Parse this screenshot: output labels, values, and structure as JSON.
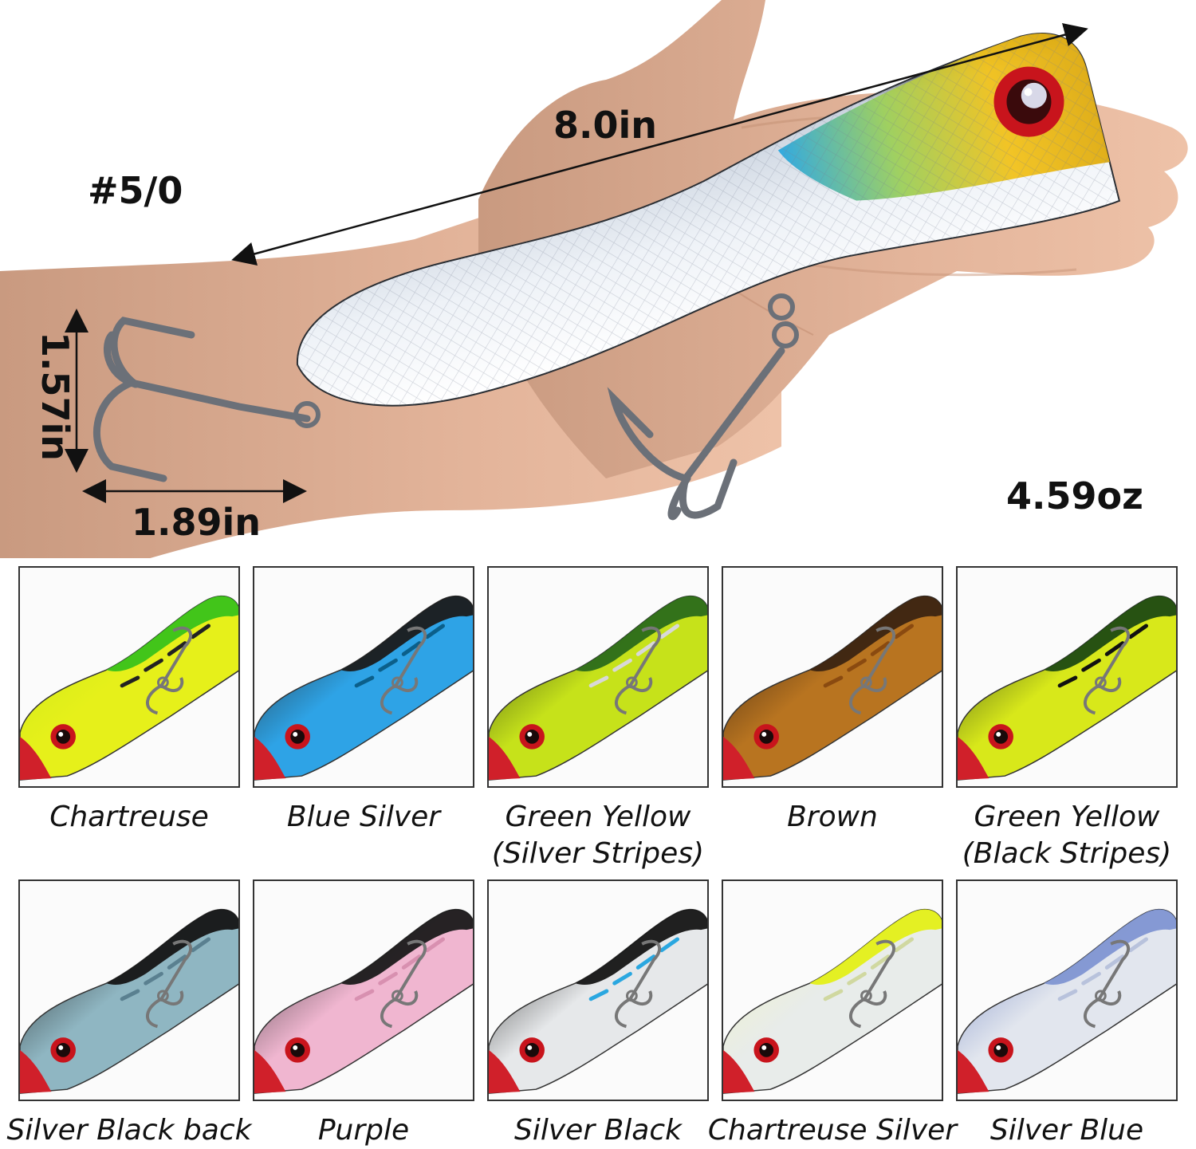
{
  "specs": {
    "length": "8.0in",
    "hook_size": "#5/0",
    "height": "1.57in",
    "width": "1.89in",
    "weight": "4.59oz"
  },
  "hero": {
    "body_colors": [
      "#f2c21b",
      "#2aa7e0",
      "#e8ecf2",
      "#ffffff"
    ],
    "eye_color": "#c8141c"
  },
  "variants": [
    {
      "lines": [
        "Chartreuse"
      ],
      "colors": {
        "back": "#39c21a",
        "body": "#e6f01a",
        "head": "#c8e81a",
        "stripe": "#222222"
      }
    },
    {
      "lines": [
        "Blue Silver"
      ],
      "colors": {
        "back": "#1b1b1b",
        "body": "#2ea3e6",
        "head": "#222222",
        "stripe": "#0b5f8a"
      }
    },
    {
      "lines": [
        "Green Yellow",
        "(Silver Stripes)"
      ],
      "colors": {
        "back": "#2b6b1a",
        "body": "#c6e21a",
        "head": "#2b3a16",
        "stripe": "#d8d8d8"
      }
    },
    {
      "lines": [
        "Brown"
      ],
      "colors": {
        "back": "#3b2412",
        "body": "#b87420",
        "head": "#2b1a10",
        "stripe": "#8a4a10"
      }
    },
    {
      "lines": [
        "Green Yellow",
        "(Black Stripes)"
      ],
      "colors": {
        "back": "#1e4a12",
        "body": "#d8e81a",
        "head": "#23351a",
        "stripe": "#111111"
      }
    },
    {
      "lines": [
        "Silver Black back"
      ],
      "colors": {
        "back": "#151515",
        "body": "#8fb6c2",
        "head": "#1a1a1a",
        "stripe": "#5a8090"
      }
    },
    {
      "lines": [
        "Purple"
      ],
      "colors": {
        "back": "#1a1a1a",
        "body": "#f0b6d0",
        "head": "#2a2a2a",
        "stripe": "#d890b0"
      }
    },
    {
      "lines": [
        "Silver Black"
      ],
      "colors": {
        "back": "#151515",
        "body": "#e6e8ea",
        "head": "#1a1a1a",
        "stripe": "#2aa7e0"
      }
    },
    {
      "lines": [
        "Chartreuse Silver"
      ],
      "colors": {
        "back": "#e4f018",
        "body": "#e8ecea",
        "head": "#f2f4c0",
        "stripe": "#d0d8a0"
      }
    },
    {
      "lines": [
        "Silver Blue"
      ],
      "colors": {
        "back": "#7f95d2",
        "body": "#e2e6ee",
        "head": "#6a80c0",
        "stripe": "#b8c2dc"
      }
    }
  ]
}
